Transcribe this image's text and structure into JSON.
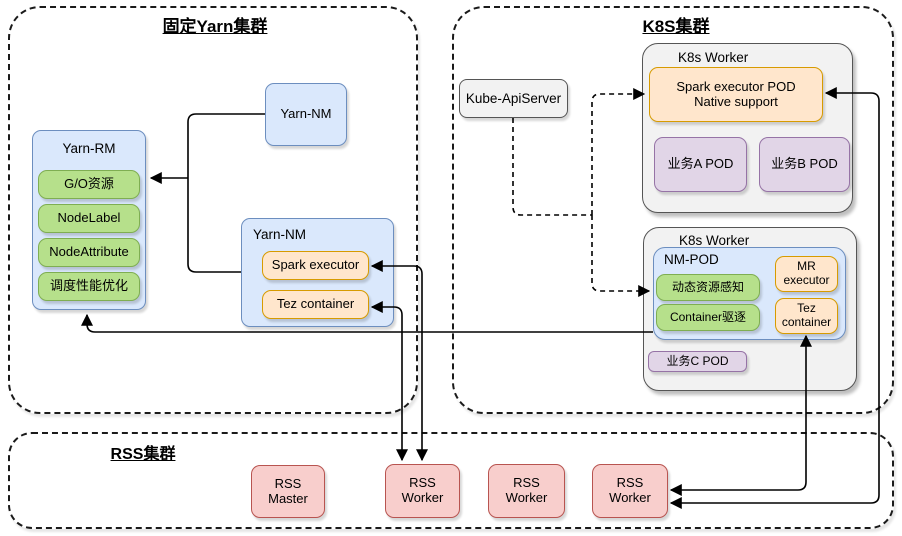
{
  "diagram": {
    "yarn_cluster": {
      "title": "固定Yarn集群",
      "yarn_nm_top_label": "Yarn-NM",
      "yarn_rm": {
        "title": "Yarn-RM",
        "features": [
          "G/O资源",
          "NodeLabel",
          "NodeAttribute",
          "调度性能优化"
        ]
      },
      "yarn_nm_bottom": {
        "title": "Yarn-NM",
        "containers": [
          "Spark executor",
          "Tez container"
        ]
      }
    },
    "k8s_cluster": {
      "title": "K8S集群",
      "kube_apiserver_label": "Kube-ApiServer",
      "worker_top": {
        "title": "K8s Worker",
        "spark_executor_pod": {
          "line1": "Spark executor POD",
          "line2": "Native support"
        },
        "business_pods": [
          "业务A POD",
          "业务B POD"
        ]
      },
      "worker_bottom": {
        "title": "K8s Worker",
        "nm_pod": {
          "title": "NM-POD",
          "features": [
            "动态资源感知",
            "Container驱逐"
          ],
          "executors": [
            "MR executor",
            "Tez container"
          ]
        },
        "business_pod": "业务C POD"
      }
    },
    "rss_cluster": {
      "title": "RSS集群",
      "nodes": [
        {
          "line1": "RSS",
          "line2": "Master"
        },
        {
          "line1": "RSS",
          "line2": "Worker"
        },
        {
          "line1": "RSS",
          "line2": "Worker"
        },
        {
          "line1": "RSS",
          "line2": "Worker"
        }
      ]
    },
    "colors": {
      "blue_fill": "#dae8fc",
      "blue_border": "#6c8ebf",
      "green_fill": "#b6e08b",
      "green_border": "#7fae52",
      "orange_fill": "#ffe6cc",
      "orange_border": "#d79b00",
      "purple_fill": "#e1d5e7",
      "purple_border": "#9673a6",
      "red_fill": "#f8cecc",
      "red_border": "#b85450",
      "gray_fill": "#f2f2f2",
      "gray_border": "#555555",
      "line": "#000000"
    }
  }
}
